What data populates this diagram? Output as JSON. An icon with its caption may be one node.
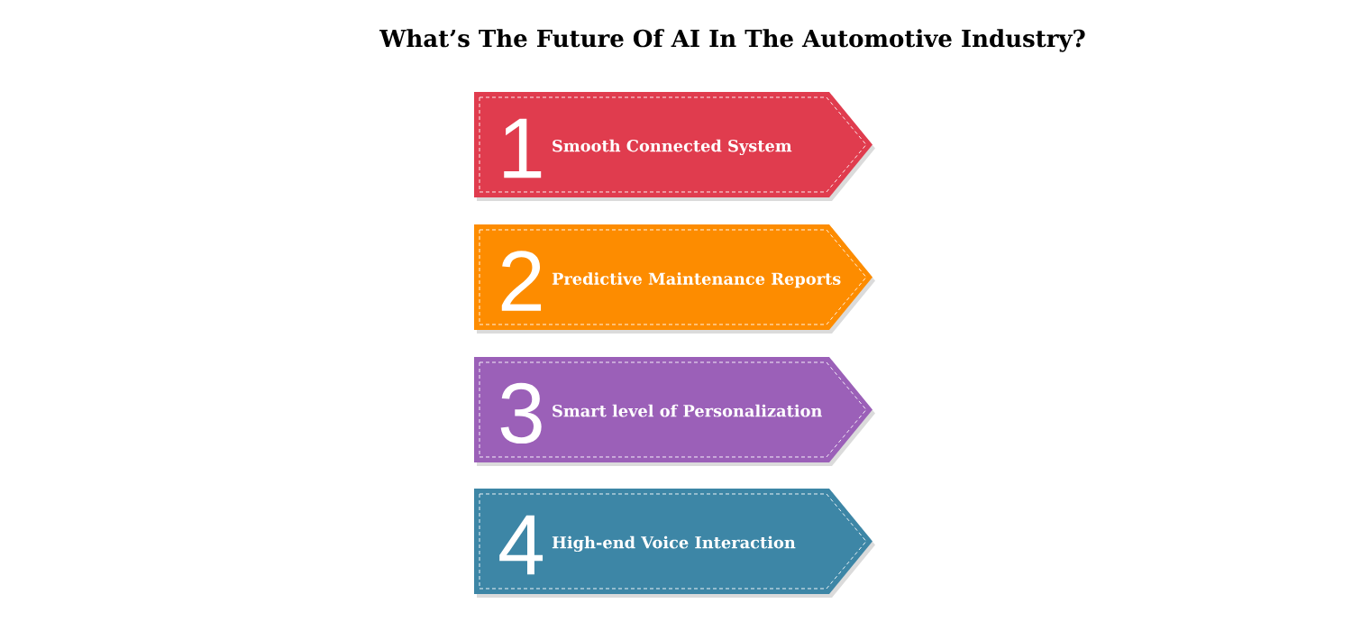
{
  "diagram": {
    "title": "What’s The Future Of AI In The Automotive Industry?",
    "nodes": [
      {
        "text": [
          "1",
          "Smooth Connected System"
        ]
      },
      {
        "text": [
          "2",
          "Predictive Maintenance Reports"
        ]
      },
      {
        "text": [
          "3",
          "Smart level of Personalization"
        ]
      },
      {
        "text": [
          "4",
          "High-end Voice Interaction"
        ]
      }
    ]
  }
}
